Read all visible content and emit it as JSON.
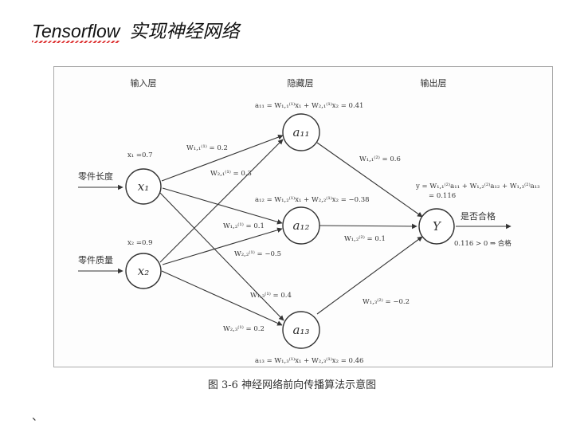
{
  "page": {
    "title_latin": "Tensorflow",
    "title_cjk": "实现神经网络",
    "caption": "图 3-6   神经网络前向传播算法示意图",
    "corner_mark": "、"
  },
  "diagram": {
    "layer_headers": {
      "input": "输入层",
      "hidden": "隐藏层",
      "output": "输出层"
    },
    "inputs": [
      {
        "id": "x1",
        "symbol": "x₁",
        "feature": "零件长度",
        "value": "x₁ =0.7"
      },
      {
        "id": "x2",
        "symbol": "x₂",
        "feature": "零件质量",
        "value": "x₂ =0.9"
      }
    ],
    "hidden": [
      {
        "id": "a11",
        "symbol": "a₁₁",
        "equation": "a₁₁ = W₁,₁⁽¹⁾x₁ + W₂,₁⁽¹⁾x₂ = 0.41"
      },
      {
        "id": "a12",
        "symbol": "a₁₂",
        "equation": "a₁₂ = W₁,₂⁽¹⁾x₁ + W₂,₂⁽¹⁾x₂ = −0.38"
      },
      {
        "id": "a13",
        "symbol": "a₁₃",
        "equation": "a₁₃ = W₁,₃⁽¹⁾x₁ + W₂,₃⁽¹⁾x₂ = 0.46"
      }
    ],
    "output": {
      "id": "Y",
      "symbol": "Y",
      "equation_line1": "y = W₁,₁⁽²⁾a₁₁ + W₁,₂⁽²⁾a₁₂ + W₁,₃⁽²⁾a₁₃",
      "equation_line2": "= 0.116",
      "result_label": "是否合格",
      "decision": "0.116 > 0 ⇒ 合格"
    },
    "weights_layer1": [
      {
        "from": "x1",
        "to": "a11",
        "label": "W₁,₁⁽¹⁾ = 0.2"
      },
      {
        "from": "x2",
        "to": "a11",
        "label": "W₂,₁⁽¹⁾ = 0.3"
      },
      {
        "from": "x1",
        "to": "a12",
        "label": "W₁,₂⁽¹⁾ = 0.1"
      },
      {
        "from": "x2",
        "to": "a12",
        "label": "W₂,₂⁽¹⁾ = −0.5"
      },
      {
        "from": "x1",
        "to": "a13",
        "label": "W₁,₃⁽¹⁾ = 0.4"
      },
      {
        "from": "x2",
        "to": "a13",
        "label": "W₂,₃⁽¹⁾ = 0.2"
      }
    ],
    "weights_layer2": [
      {
        "from": "a11",
        "to": "Y",
        "label": "W₁,₁⁽²⁾ = 0.6"
      },
      {
        "from": "a12",
        "to": "Y",
        "label": "W₁,₂⁽²⁾ = 0.1"
      },
      {
        "from": "a13",
        "to": "Y",
        "label": "W₁,₃⁽²⁾ = −0.2"
      }
    ]
  }
}
